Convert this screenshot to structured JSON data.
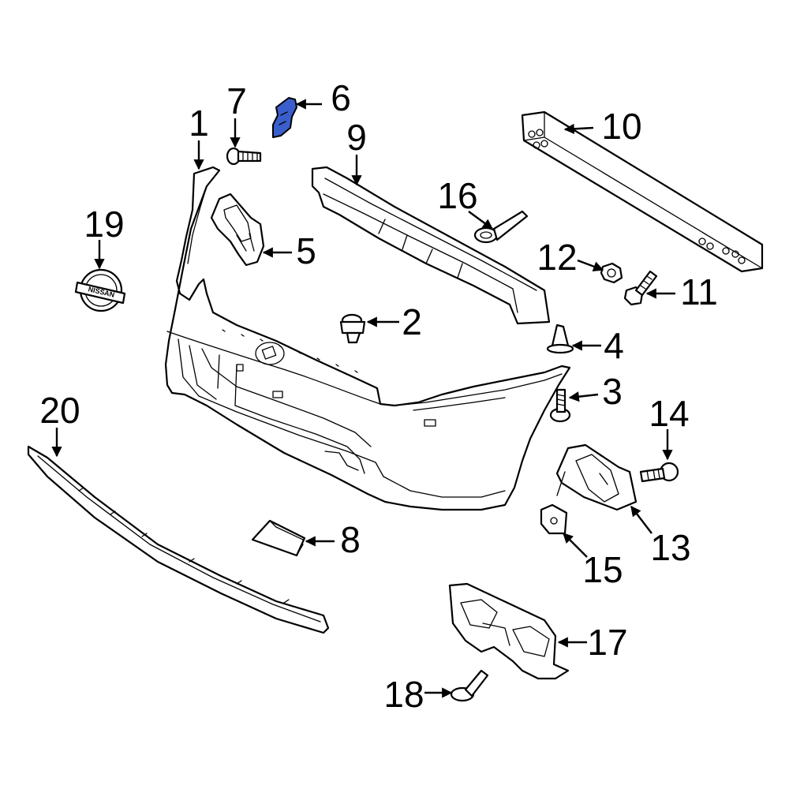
{
  "diagram": {
    "highlight_color": "#3a5fcd",
    "line_color": "#000000",
    "emblem_text": "NISSAN",
    "callouts": [
      {
        "id": "1",
        "label": "1"
      },
      {
        "id": "2",
        "label": "2"
      },
      {
        "id": "3",
        "label": "3"
      },
      {
        "id": "4",
        "label": "4"
      },
      {
        "id": "5",
        "label": "5"
      },
      {
        "id": "6",
        "label": "6"
      },
      {
        "id": "7",
        "label": "7"
      },
      {
        "id": "8",
        "label": "8"
      },
      {
        "id": "9",
        "label": "9"
      },
      {
        "id": "10",
        "label": "10"
      },
      {
        "id": "11",
        "label": "11"
      },
      {
        "id": "12",
        "label": "12"
      },
      {
        "id": "13",
        "label": "13"
      },
      {
        "id": "14",
        "label": "14"
      },
      {
        "id": "15",
        "label": "15"
      },
      {
        "id": "16",
        "label": "16"
      },
      {
        "id": "17",
        "label": "17"
      },
      {
        "id": "18",
        "label": "18"
      },
      {
        "id": "19",
        "label": "19"
      },
      {
        "id": "20",
        "label": "20"
      }
    ]
  }
}
